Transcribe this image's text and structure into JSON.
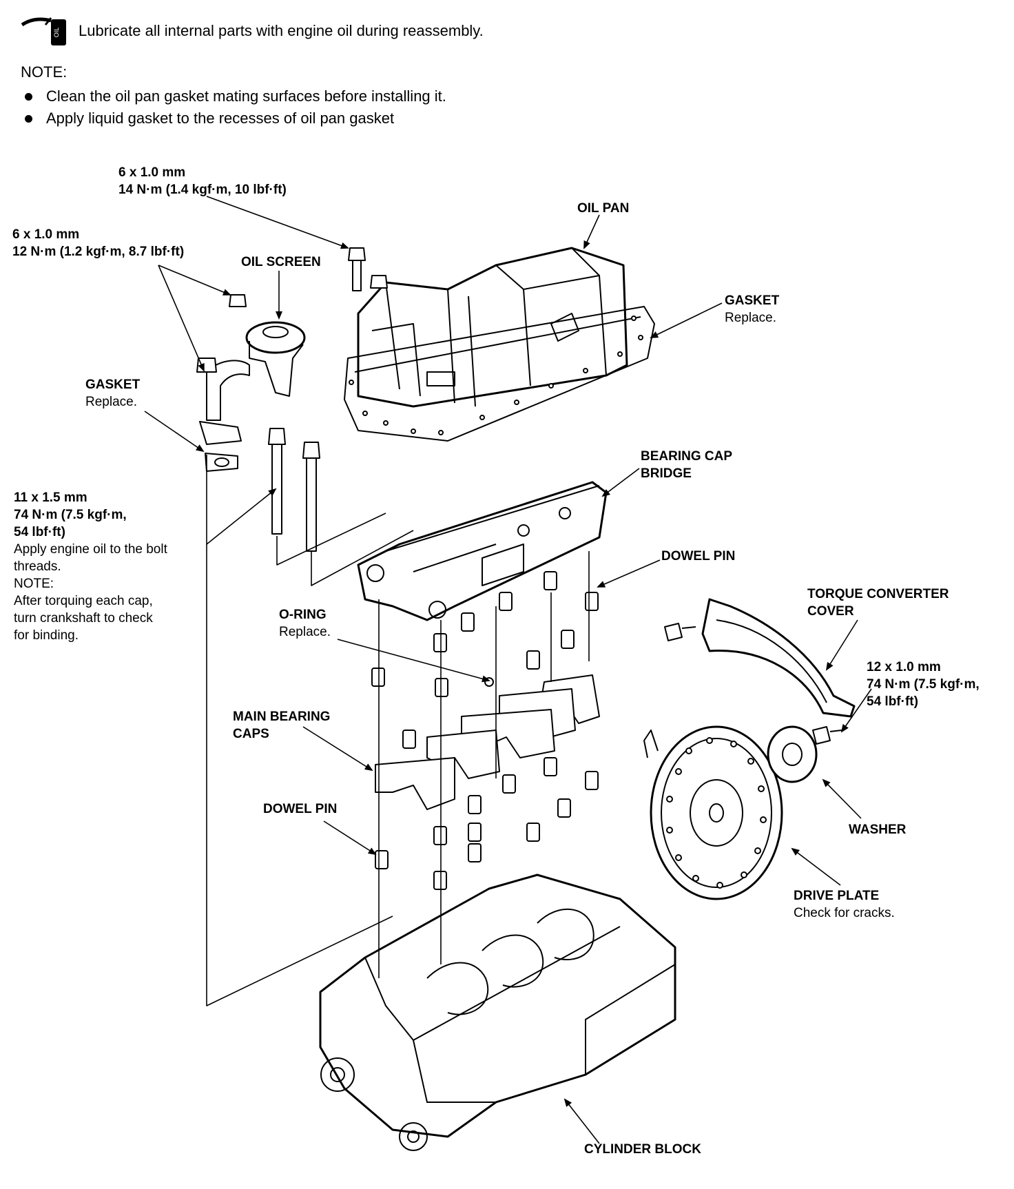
{
  "header": {
    "oil_icon_label": "OIL",
    "oil_text": "Lubricate all internal parts with engine oil during reassembly.",
    "note_title": "NOTE:",
    "notes": [
      "Clean the oil pan gasket mating surfaces before installing it.",
      "Apply liquid gasket to the recesses of oil pan gasket"
    ]
  },
  "labels": {
    "bolt_top": {
      "size": "6 x 1.0 mm",
      "torque": "14 N·m (1.4 kgf·m, 10 lbf·ft)"
    },
    "bolt_screen": {
      "size": "6 x 1.0 mm",
      "torque": "12 N·m (1.2 kgf·m, 8.7 lbf·ft)"
    },
    "oil_pan": {
      "name": "OIL PAN"
    },
    "oil_screen": {
      "name": "OIL SCREEN"
    },
    "gasket_pan": {
      "name": "GASKET",
      "note": "Replace."
    },
    "gasket_screen": {
      "name": "GASKET",
      "note": "Replace."
    },
    "bearing_cap_bridge": {
      "line1": "BEARING CAP",
      "line2": "BRIDGE"
    },
    "main_bolt": {
      "size": "11 x 1.5 mm",
      "torque1": "74 N·m (7.5 kgf·m,",
      "torque2": "54 lbf·ft)",
      "apply1": "Apply engine oil to the bolt",
      "apply2": "threads.",
      "note_title": "NOTE:",
      "note1": "After torquing each cap,",
      "note2": "turn crankshaft to check",
      "note3": "for binding."
    },
    "dowel_pin_upper": {
      "name": "DOWEL PIN"
    },
    "torque_converter_cover": {
      "line1": "TORQUE CONVERTER",
      "line2": "COVER"
    },
    "o_ring": {
      "name": "O-RING",
      "note": "Replace."
    },
    "drive_plate_bolt": {
      "size": "12 x 1.0 mm",
      "torque1": "74 N·m (7.5 kgf·m,",
      "torque2": "54 lbf·ft)"
    },
    "main_bearing_caps": {
      "line1": "MAIN BEARING",
      "line2": "CAPS"
    },
    "washer": {
      "name": "WASHER"
    },
    "dowel_pin_lower": {
      "name": "DOWEL PIN"
    },
    "drive_plate": {
      "name": "DRIVE PLATE",
      "note": "Check for cracks."
    },
    "cylinder_block": {
      "name": "CYLINDER BLOCK"
    }
  }
}
